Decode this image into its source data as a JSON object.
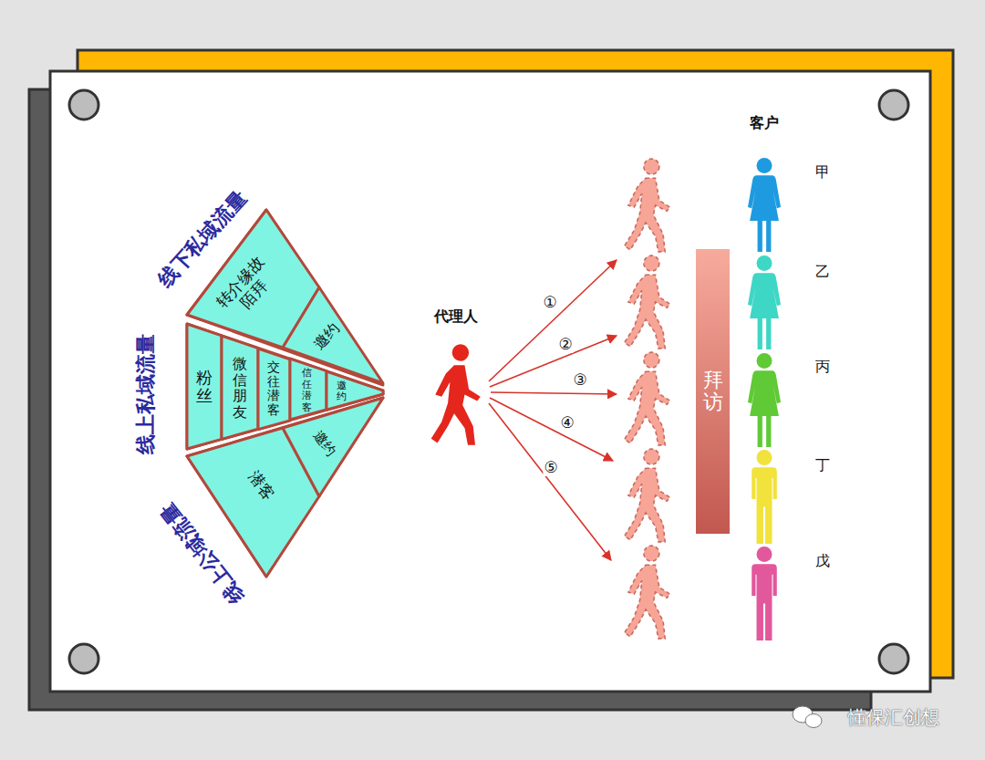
{
  "diagram": {
    "nodes": [
      {
        "text": [
          "线下私域流量"
        ]
      },
      {
        "text": [
          "转介缘故陌拜"
        ],
        "in": 0
      },
      {
        "text": [
          "邀约"
        ],
        "in": 0
      },
      {
        "text": [
          "线上私域流量"
        ]
      },
      {
        "text": [
          "粉丝"
        ],
        "in": 3
      },
      {
        "text": [
          "微信朋友"
        ],
        "in": 3
      },
      {
        "text": [
          "交往潜客"
        ],
        "in": 3
      },
      {
        "text": [
          "信任潜客"
        ],
        "in": 3
      },
      {
        "text": [
          "邀约"
        ],
        "in": 3
      },
      {
        "text": [
          "线上公域流量"
        ]
      },
      {
        "text": [
          "潜客"
        ],
        "in": 9
      },
      {
        "text": [
          "邀约"
        ],
        "in": 9
      },
      {
        "text": [
          "拜访"
        ]
      }
    ],
    "labels": [
      "代理人",
      "①",
      "②",
      "③",
      "④",
      "⑤",
      "客户",
      "甲",
      "乙",
      "丙",
      "丁",
      "戊",
      "懂保汇创想"
    ]
  }
}
